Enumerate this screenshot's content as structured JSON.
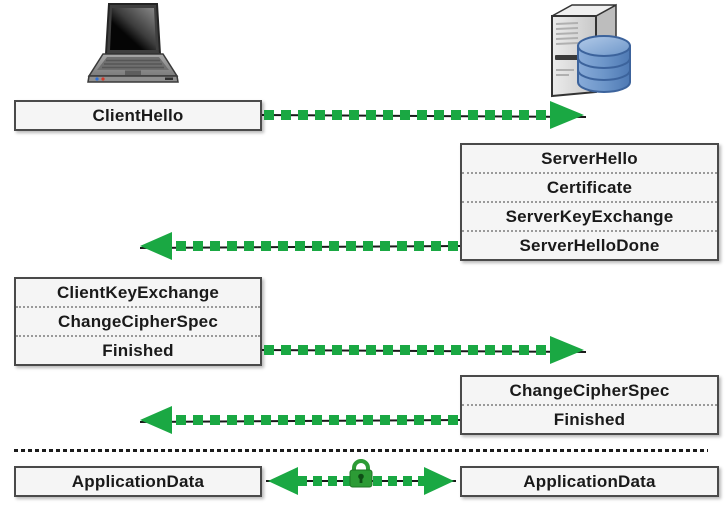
{
  "actors": {
    "client": {
      "icon": "laptop-icon"
    },
    "server": {
      "icon": "server-database-icon"
    }
  },
  "boxes": {
    "client_hello": {
      "rows": [
        "ClientHello"
      ]
    },
    "server_response": {
      "rows": [
        "ServerHello",
        "Certificate",
        "ServerKeyExchange",
        "ServerHelloDone"
      ]
    },
    "client_finish": {
      "rows": [
        "ClientKeyExchange",
        "ChangeCipherSpec",
        "Finished"
      ]
    },
    "server_finish": {
      "rows": [
        "ChangeCipherSpec",
        "Finished"
      ]
    },
    "app_data_client": {
      "rows": [
        "ApplicationData"
      ]
    },
    "app_data_server": {
      "rows": [
        "ApplicationData"
      ]
    }
  },
  "arrows": [
    {
      "direction": "right"
    },
    {
      "direction": "left"
    },
    {
      "direction": "right"
    },
    {
      "direction": "left"
    },
    {
      "direction": "both",
      "icon": "lock-icon"
    }
  ],
  "colors": {
    "arrow_green": "#1aa843",
    "lock_green": "#2c9b35",
    "lock_dark": "#0e4f16",
    "box_bg": "#f5f5f5",
    "box_border": "#4a4a4a",
    "line_black": "#1a1a1a",
    "db_blue": "#6d96c9",
    "text": "#1a1a1a"
  }
}
